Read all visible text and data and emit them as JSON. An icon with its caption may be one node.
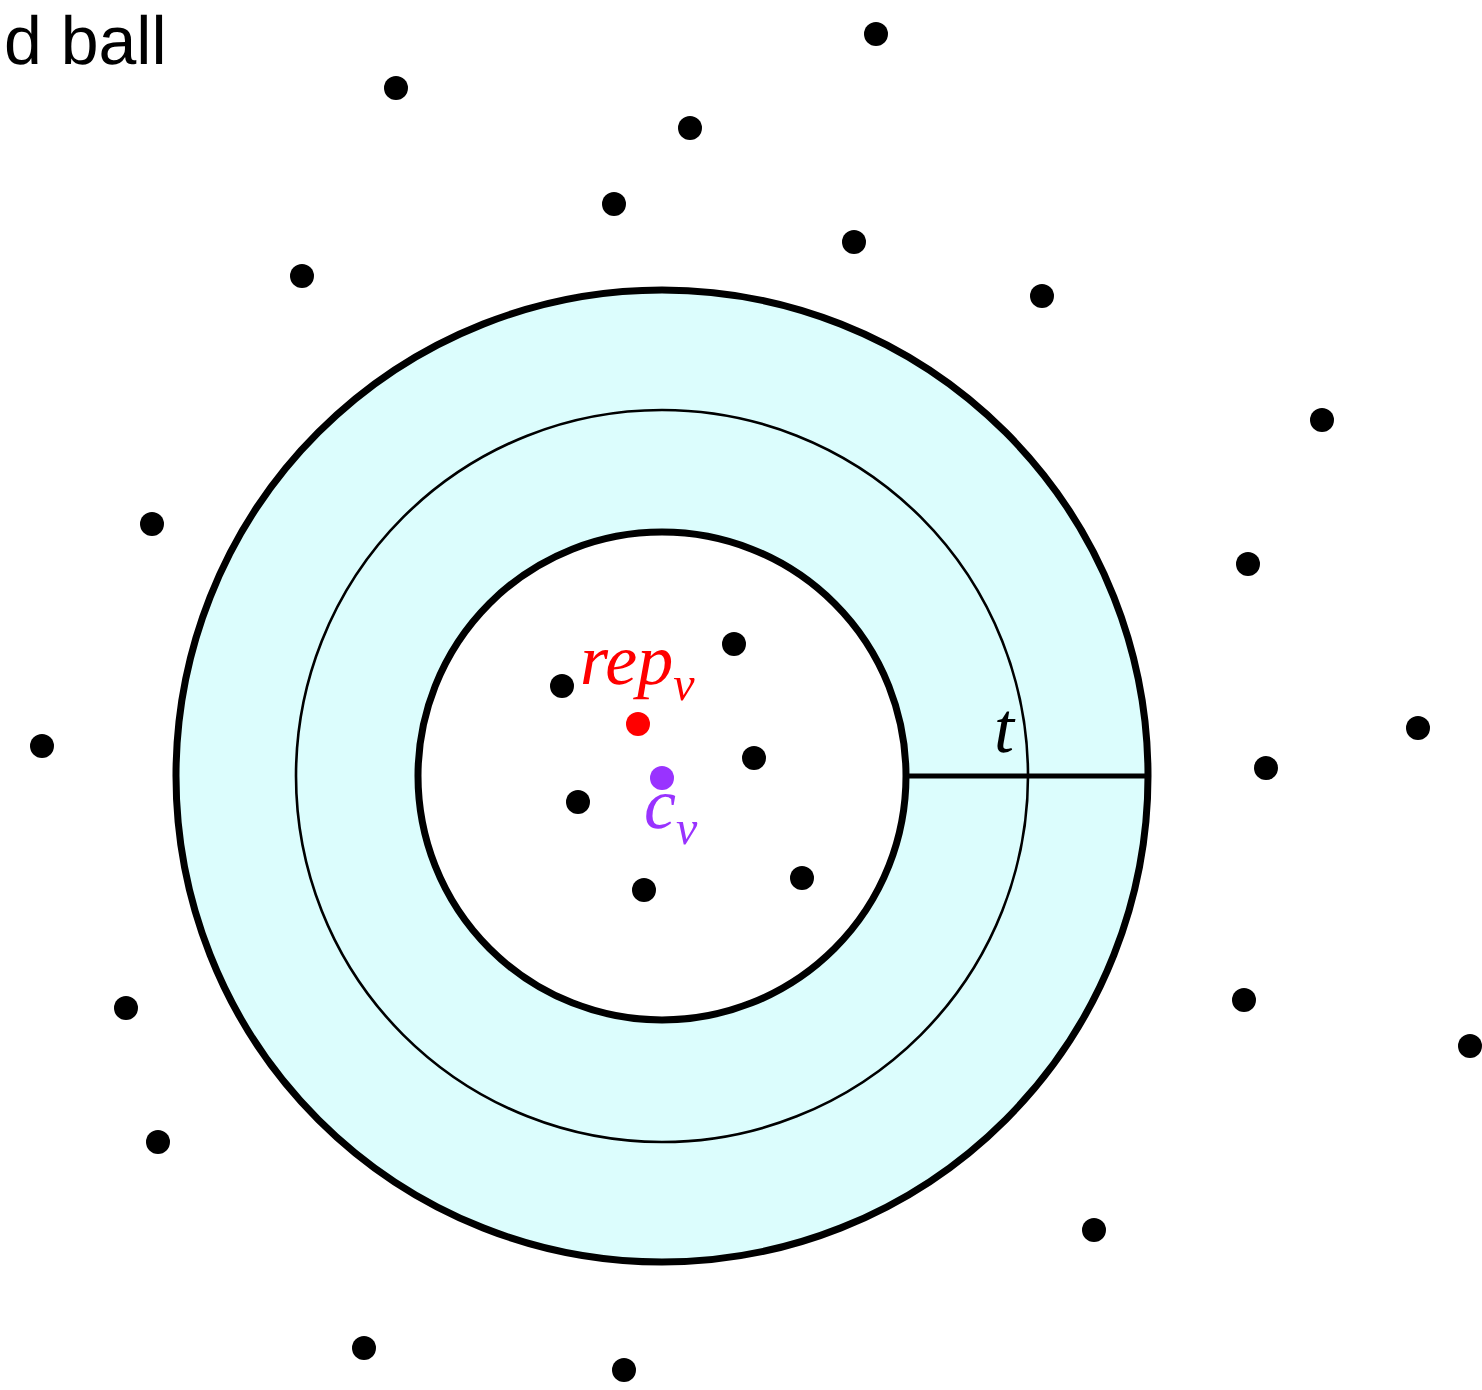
{
  "diagram": {
    "labels": [
      "d ball",
      "rep$_{v}$",
      "t",
      "c$_{v}$"
    ]
  }
}
